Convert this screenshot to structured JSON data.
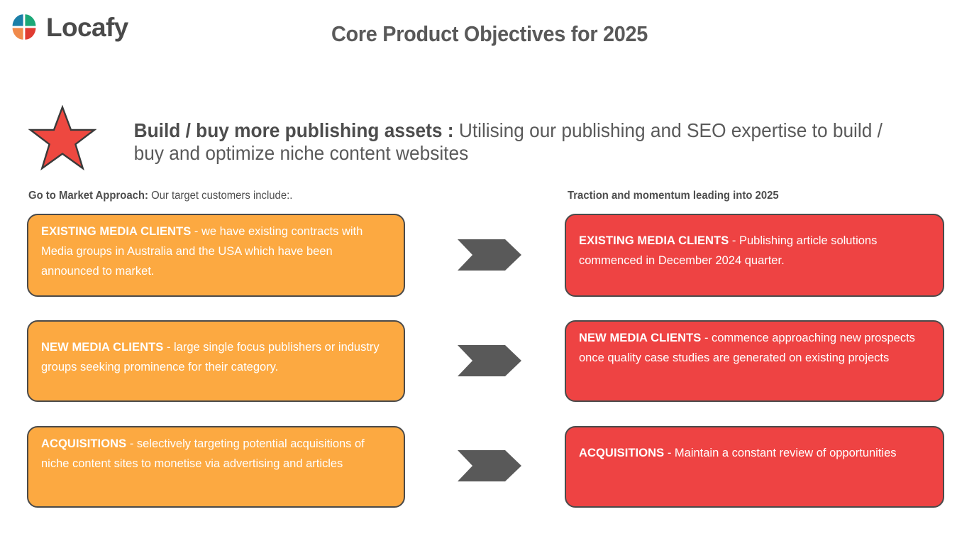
{
  "brand": {
    "name": "Locafy",
    "logo_colors": {
      "top_left": "#1B7FA8",
      "top_right": "#1BA877",
      "bottom_left": "#F08A4B",
      "bottom_right": "#E03C32"
    }
  },
  "header": {
    "title": "Core Product Objectives for 2025"
  },
  "headline": {
    "icon": "star-icon",
    "star_fill": "#EE4840",
    "star_stroke": "#3A3A3A",
    "bold_part": "Build / buy  more publishing assets :",
    "rest": " Utilising our publishing and SEO expertise to build / buy and optimize niche content websites"
  },
  "columns": {
    "left": {
      "header_bold": "Go to Market Approach:",
      "header_rest": " Our target customers include:.",
      "accent": "#FCA941"
    },
    "right": {
      "header_bold": "Traction and momentum leading into 2025",
      "header_rest": "",
      "accent": "#EE4343"
    }
  },
  "arrow": {
    "icon": "chevron-right-arrow-icon",
    "color": "#595959"
  },
  "rows": [
    {
      "left": {
        "bold": "EXISTING MEDIA CLIENTS",
        "rest": " - we have existing contracts with Media groups in Australia and the USA which have been announced to market."
      },
      "right": {
        "bold": "EXISTING MEDIA CLIENTS",
        "rest": " - Publishing article solutions commenced in December 2024 quarter."
      }
    },
    {
      "left": {
        "bold": "NEW MEDIA CLIENTS",
        "rest": " - large single focus publishers or industry groups seeking prominence for their category."
      },
      "right": {
        "bold": "NEW MEDIA CLIENTS",
        "rest": " - commence approaching new prospects once quality case studies are generated on existing projects"
      }
    },
    {
      "left": {
        "bold": "ACQUISITIONS",
        "rest": " - selectively targeting potential acquisitions of niche content sites to monetise via advertising and articles"
      },
      "right": {
        "bold": "ACQUISITIONS",
        "rest": " - Maintain a constant review of opportunities"
      }
    }
  ]
}
